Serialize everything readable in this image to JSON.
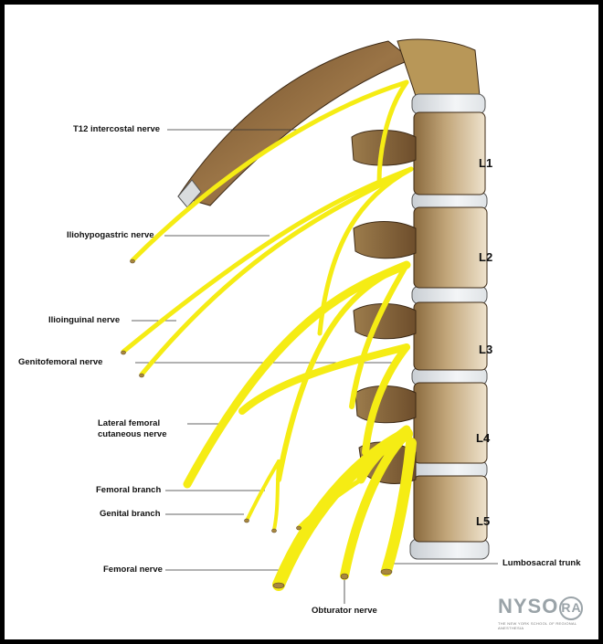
{
  "labels": {
    "t12_intercostal_nerve": "T12 intercostal nerve",
    "iliohypogastric_nerve": "Iliohypogastric nerve",
    "ilioinguinal_nerve": "Ilioinguinal nerve",
    "genitofemoral_nerve": "Genitofemoral nerve",
    "lateral_femoral_cutaneous_nerve_line1": "Lateral femoral",
    "lateral_femoral_cutaneous_nerve_line2": "cutaneous nerve",
    "femoral_branch": "Femoral branch",
    "genital_branch": "Genital branch",
    "femoral_nerve": "Femoral nerve",
    "obturator_nerve": "Obturator nerve",
    "lumbosacral_trunk": "Lumbosacral trunk"
  },
  "vertebrae": [
    "L1",
    "L2",
    "L3",
    "L4",
    "L5"
  ],
  "logo": {
    "word": "NYSO",
    "circle_letters": "RA",
    "tagline": "THE NEW YORK SCHOOL OF REGIONAL ANESTHESIA"
  },
  "colors": {
    "nerve": "#f5ec14",
    "bone": "#b79b6d",
    "bone_dark": "#6e4e2c",
    "disc": "#e4e7ea",
    "border": "#000000"
  }
}
